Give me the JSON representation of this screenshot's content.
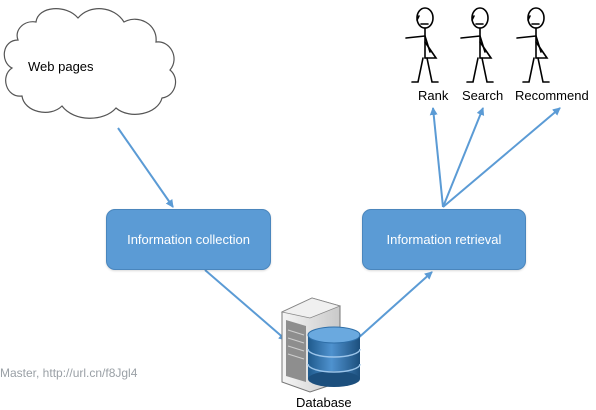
{
  "diagram": {
    "cloud_label": "Web pages",
    "collection_label": "Information collection",
    "retrieval_label": "Information retrieval",
    "database_label": "Database",
    "users": [
      "Rank",
      "Search",
      "Recommend"
    ],
    "watermark": "Master, http://url.cn/f8Jgl4"
  },
  "colors": {
    "node_fill": "#5b9bd5",
    "arrow": "#5b9bd5",
    "server_body": "#e6e6e6",
    "db_cylinder": "#2f6fa8"
  },
  "icons": [
    "cloud-icon",
    "server-icon",
    "database-icon",
    "person-icon"
  ]
}
